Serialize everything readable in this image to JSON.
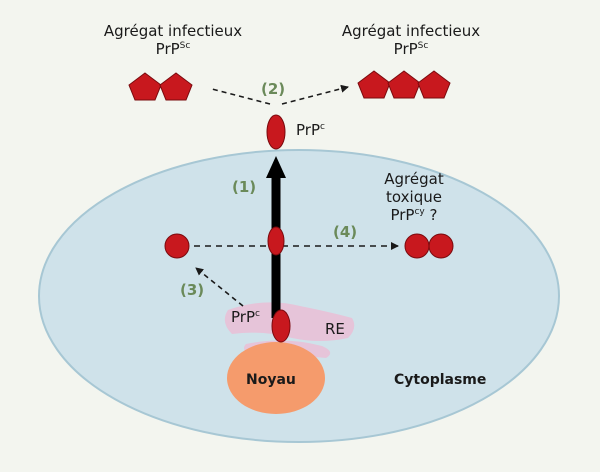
{
  "colors": {
    "background": "#f3f5ef",
    "cell": "#cfe2ea",
    "cell_border": "#a7c7d4",
    "protein": "#c8181e",
    "protein_dark": "#7a0a0e",
    "nucleus": "#f59b6c",
    "er": "#e6c4d9",
    "step_label": "#6b8a5a"
  },
  "icons": {
    "monomer": "red-ellipse",
    "aggregate_unit": "red-pentagon",
    "arrow_solid": "black-thick-arrow",
    "arrow_dashed": "dashed-arrow"
  },
  "labels": {
    "aggregate_left": {
      "line1": "Agrégat infectieux",
      "prp": "PrP",
      "sup": "Sc"
    },
    "aggregate_right": {
      "line1": "Agrégat infectieux",
      "prp": "PrP",
      "sup": "Sc"
    },
    "prpc_top": {
      "prp": "PrP",
      "sup": "c"
    },
    "prpc_er": {
      "prp": "PrP",
      "sup": "c"
    },
    "toxic": {
      "line1": "Agrégat",
      "line2": "toxique",
      "prp": "PrP",
      "sup": "cy",
      "suffix": " ?"
    },
    "er": "RE",
    "nucleus": "Noyau",
    "cytoplasm": "Cytoplasme"
  },
  "steps": [
    "(1)",
    "(2)",
    "(3)",
    "(4)"
  ]
}
